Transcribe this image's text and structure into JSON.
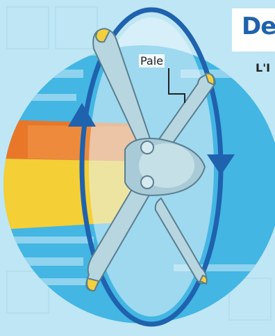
{
  "title": "De",
  "subtitle": "L'I",
  "labels": {
    "blade": "Pale"
  },
  "colors": {
    "background": "#bfe6f4",
    "circle": "#43b6e3",
    "ring": "#1f62ae",
    "blade": "#b8d6e0",
    "blade_tip": "#f3d03c",
    "band_orange": "#e8772a",
    "band_yellow": "#f4cf35",
    "title": "#1f62ae"
  },
  "icons": {
    "rotation_arrow_up": "arrow-up-icon",
    "rotation_arrow_down": "arrow-down-icon"
  }
}
